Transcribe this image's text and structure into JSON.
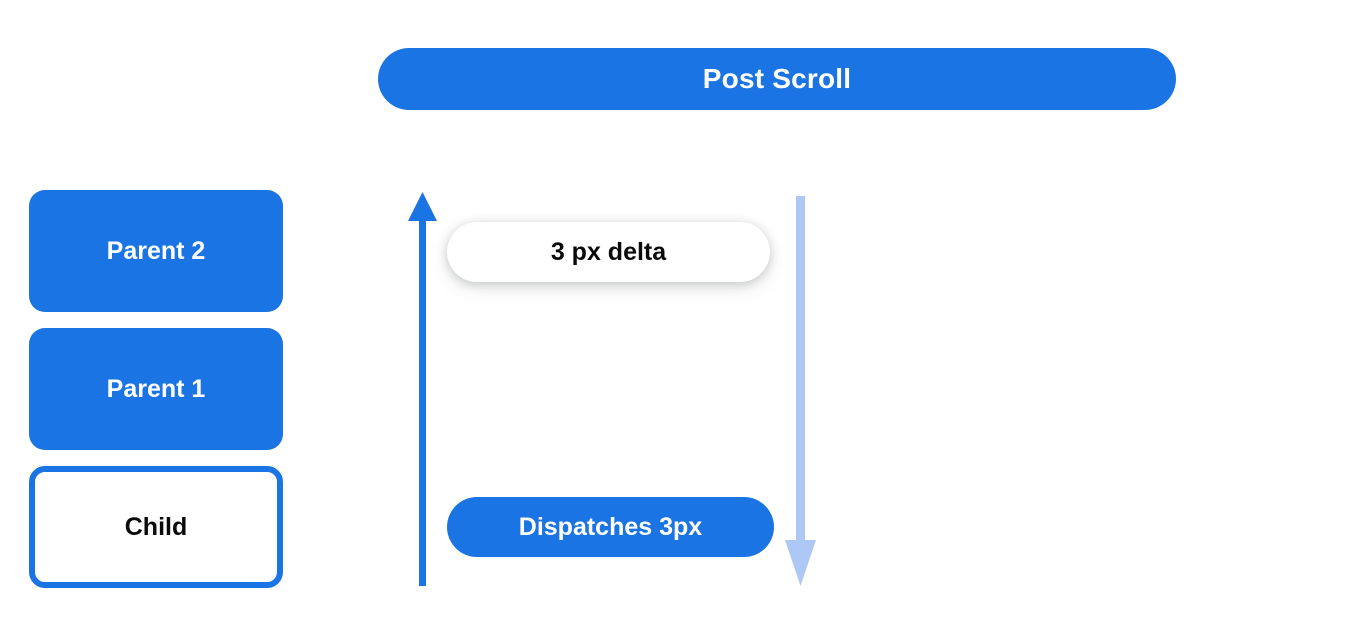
{
  "diagram": {
    "title": "Post Scroll",
    "colors": {
      "primary_blue": "#1b74e4",
      "muted_blue": "#aec8f5",
      "surface_white": "#ffffff",
      "text_dark": "#0b0b0b"
    },
    "header": {
      "label": "Post Scroll"
    },
    "node_stack": {
      "items": [
        {
          "label": "Parent 2",
          "style": "filled"
        },
        {
          "label": "Parent 1",
          "style": "filled"
        },
        {
          "label": "Child",
          "style": "outlined"
        }
      ]
    },
    "flow": {
      "arrows": [
        {
          "name": "scroll-propagation-up-arrow",
          "direction": "up",
          "color": "#1b74e4",
          "head": "top"
        },
        {
          "name": "scroll-consumption-down-arrow",
          "direction": "down",
          "color": "#aec8f5",
          "head": "bottom"
        }
      ],
      "callouts": [
        {
          "label": "3 px delta",
          "style": "white-pill"
        },
        {
          "label": "Dispatches 3px",
          "style": "blue-pill"
        }
      ]
    }
  }
}
